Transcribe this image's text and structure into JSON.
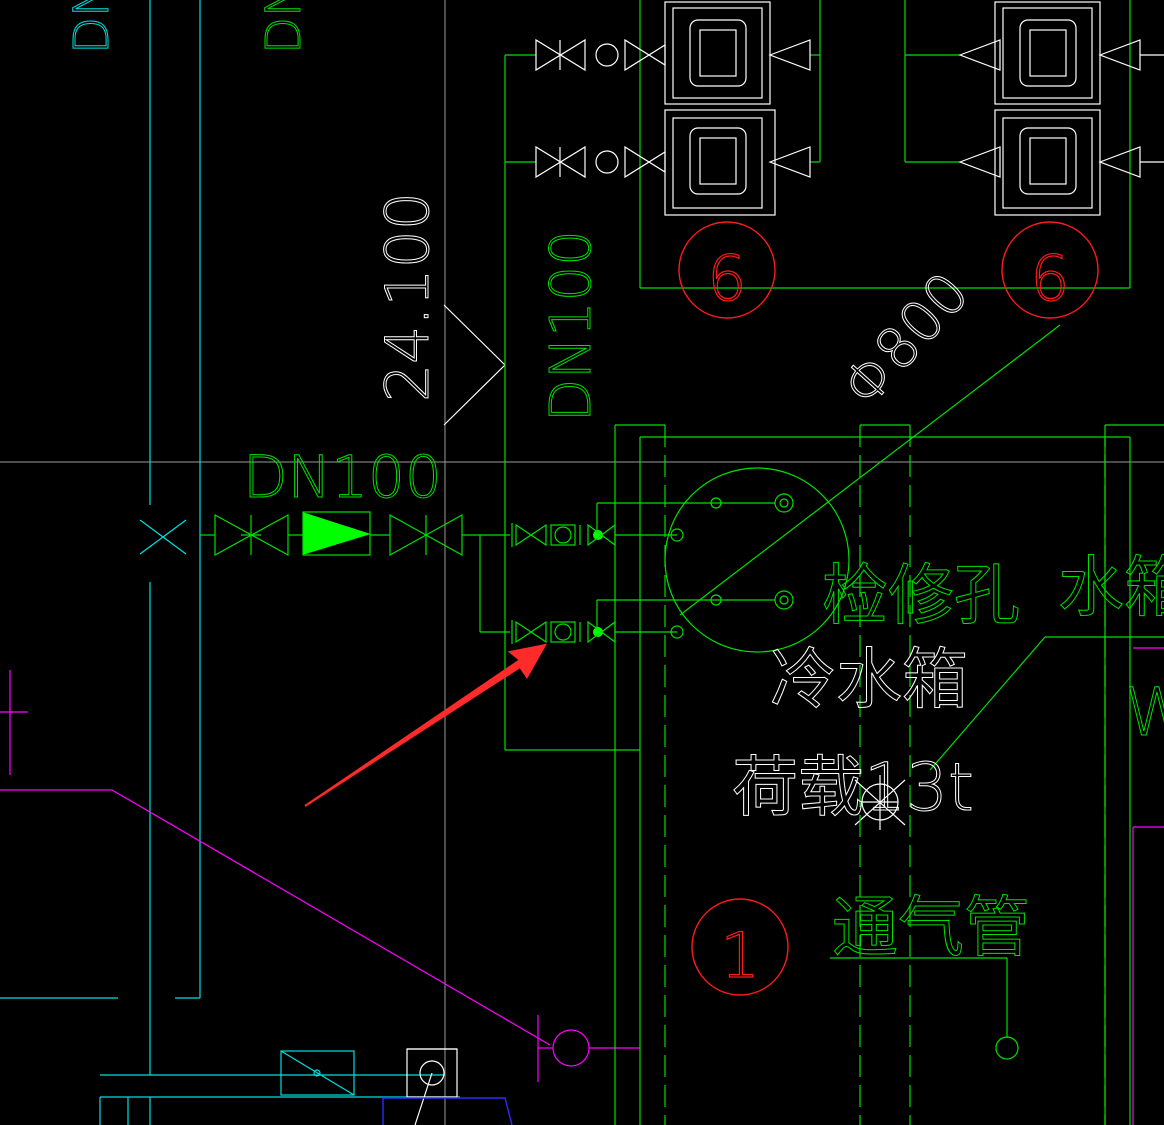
{
  "labels": {
    "elevation": "24.100",
    "dn_vertical": "DN100",
    "dn_horizontal": "DN100",
    "dn_top_cyan": "DN",
    "dn_top_green": "DN",
    "diameter": "Φ800",
    "access_hole": "检修孔",
    "water_tank_partial": "水箱",
    "cold_water_tank": "冷水箱",
    "load": "荷载13t",
    "vent_pipe": "通气管",
    "w_partial": "W",
    "marker_6a": "6",
    "marker_6b": "6",
    "marker_1": "1"
  },
  "colors": {
    "background": "#000000",
    "pipe_green": "#00e000",
    "text_white": "#ffffff",
    "pipe_cyan": "#00e0e0",
    "pipe_magenta": "#ff00ff",
    "marker_red": "#ff1a1a",
    "arrow_red": "#ff2a2a",
    "pump_fill": "#00ff00",
    "base_blue": "#2b2bff"
  },
  "icons": {
    "annotation_arrow": "red-arrow-icon",
    "check_valve": "check-valve-icon",
    "gate_valve": "gate-valve-icon",
    "pump": "pump-icon"
  }
}
